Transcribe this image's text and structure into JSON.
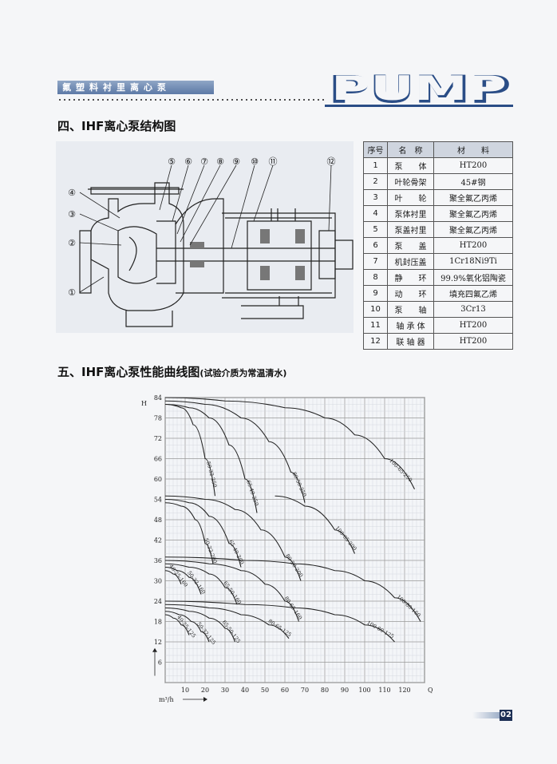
{
  "header": {
    "band_text": "氟塑料衬里离心泵",
    "logo_text": "PUMP"
  },
  "section4": {
    "title": "四、IHF离心泵结构图"
  },
  "drawing": {
    "callouts": [
      "①",
      "②",
      "③",
      "④",
      "⑤",
      "⑥",
      "⑦",
      "⑧",
      "⑨",
      "⑩",
      "⑪",
      "⑫"
    ]
  },
  "parts_table": {
    "headers": [
      "序号",
      "名　称",
      "材　　料"
    ],
    "rows": [
      [
        "1",
        "泵　　体",
        "HT200"
      ],
      [
        "2",
        "叶轮骨架",
        "45#钢"
      ],
      [
        "3",
        "叶　　轮",
        "聚全氟乙丙烯"
      ],
      [
        "4",
        "泵体衬里",
        "聚全氟乙丙烯"
      ],
      [
        "5",
        "泵盖衬里",
        "聚全氟乙丙烯"
      ],
      [
        "6",
        "泵　　盖",
        "HT200"
      ],
      [
        "7",
        "机封压盖",
        "1Cr18Ni9Ti"
      ],
      [
        "8",
        "静　　环",
        "99.9%氧化铝陶瓷"
      ],
      [
        "9",
        "动　　环",
        "填充四氟乙烯"
      ],
      [
        "10",
        "泵　　轴",
        "3Cr13"
      ],
      [
        "11",
        "轴 承 体",
        "HT200"
      ],
      [
        "12",
        "联 轴 器",
        "HT200"
      ]
    ]
  },
  "section5": {
    "title": "五、IHF离心泵性能曲线图",
    "subtitle": "(试验介质为常温清水)"
  },
  "chart_data": {
    "type": "line",
    "ylabel": "H",
    "xlabel": "m³/h",
    "x_end_label": "Q",
    "xlim": [
      0,
      130
    ],
    "ylim": [
      0,
      84
    ],
    "x_ticks": [
      10,
      20,
      30,
      40,
      50,
      60,
      70,
      80,
      90,
      100,
      110,
      120
    ],
    "y_ticks": [
      6,
      12,
      18,
      24,
      30,
      36,
      42,
      48,
      54,
      60,
      66,
      72,
      78,
      84
    ],
    "grid": true,
    "series": [
      {
        "name": "50-32-250",
        "x": [
          0,
          8,
          14,
          20,
          25
        ],
        "y": [
          82,
          81,
          76,
          66,
          55
        ]
      },
      {
        "name": "65-40-250",
        "x": [
          0,
          12,
          22,
          32,
          40,
          46
        ],
        "y": [
          82,
          81,
          78,
          70,
          60,
          50
        ]
      },
      {
        "name": "80-50-250",
        "x": [
          0,
          20,
          38,
          52,
          63,
          70
        ],
        "y": [
          83,
          82,
          78,
          71,
          62,
          53
        ]
      },
      {
        "name": "100-65-250",
        "x": [
          0,
          30,
          60,
          80,
          95,
          110,
          125
        ],
        "y": [
          84,
          83,
          81,
          78,
          73,
          66,
          57
        ]
      },
      {
        "name": "100-65-200",
        "x": [
          55,
          70,
          85,
          95
        ],
        "y": [
          55,
          52,
          45,
          38
        ]
      },
      {
        "name": "50-32-200",
        "x": [
          0,
          8,
          15,
          20,
          24
        ],
        "y": [
          53,
          52,
          48,
          41,
          35
        ]
      },
      {
        "name": "65-40-200",
        "x": [
          0,
          12,
          22,
          32,
          38
        ],
        "y": [
          54,
          53,
          49,
          41,
          34
        ]
      },
      {
        "name": "80-50-200",
        "x": [
          0,
          20,
          35,
          48,
          60,
          68
        ],
        "y": [
          55,
          54,
          51,
          45,
          37,
          30
        ]
      },
      {
        "name": "100-80-160",
        "x": [
          0,
          40,
          65,
          85,
          100,
          115,
          128
        ],
        "y": [
          37,
          36,
          35,
          33,
          30,
          25,
          18
        ]
      },
      {
        "name": "50-32-160",
        "x": [
          0,
          6,
          12,
          18
        ],
        "y": [
          34,
          33,
          31,
          26
        ]
      },
      {
        "name": "65-50-160",
        "x": [
          0,
          12,
          22,
          30,
          36
        ],
        "y": [
          35,
          34,
          32,
          28,
          23
        ]
      },
      {
        "name": "80-65-160",
        "x": [
          0,
          22,
          38,
          50,
          60,
          67
        ],
        "y": [
          36,
          35,
          33,
          29,
          24,
          18
        ]
      },
      {
        "name": "40-25-160",
        "x": [
          0,
          4,
          8
        ],
        "y": [
          33,
          32,
          29
        ]
      },
      {
        "name": "100-80-125",
        "x": [
          0,
          40,
          65,
          85,
          100,
          115
        ],
        "y": [
          24,
          23,
          22,
          20,
          17,
          12
        ]
      },
      {
        "name": "80-65-125",
        "x": [
          0,
          22,
          38,
          52,
          62
        ],
        "y": [
          23,
          22,
          20,
          17,
          13
        ]
      },
      {
        "name": "65-50-125",
        "x": [
          0,
          12,
          22,
          30,
          35
        ],
        "y": [
          22,
          21,
          19,
          16,
          12
        ]
      },
      {
        "name": "50-32-125",
        "x": [
          0,
          7,
          13,
          18,
          22
        ],
        "y": [
          21,
          20,
          18,
          15,
          12
        ]
      },
      {
        "name": "40-25-125",
        "x": [
          0,
          4,
          8,
          12
        ],
        "y": [
          20,
          19,
          17,
          14
        ]
      }
    ]
  },
  "footer": {
    "page_number": "02"
  }
}
